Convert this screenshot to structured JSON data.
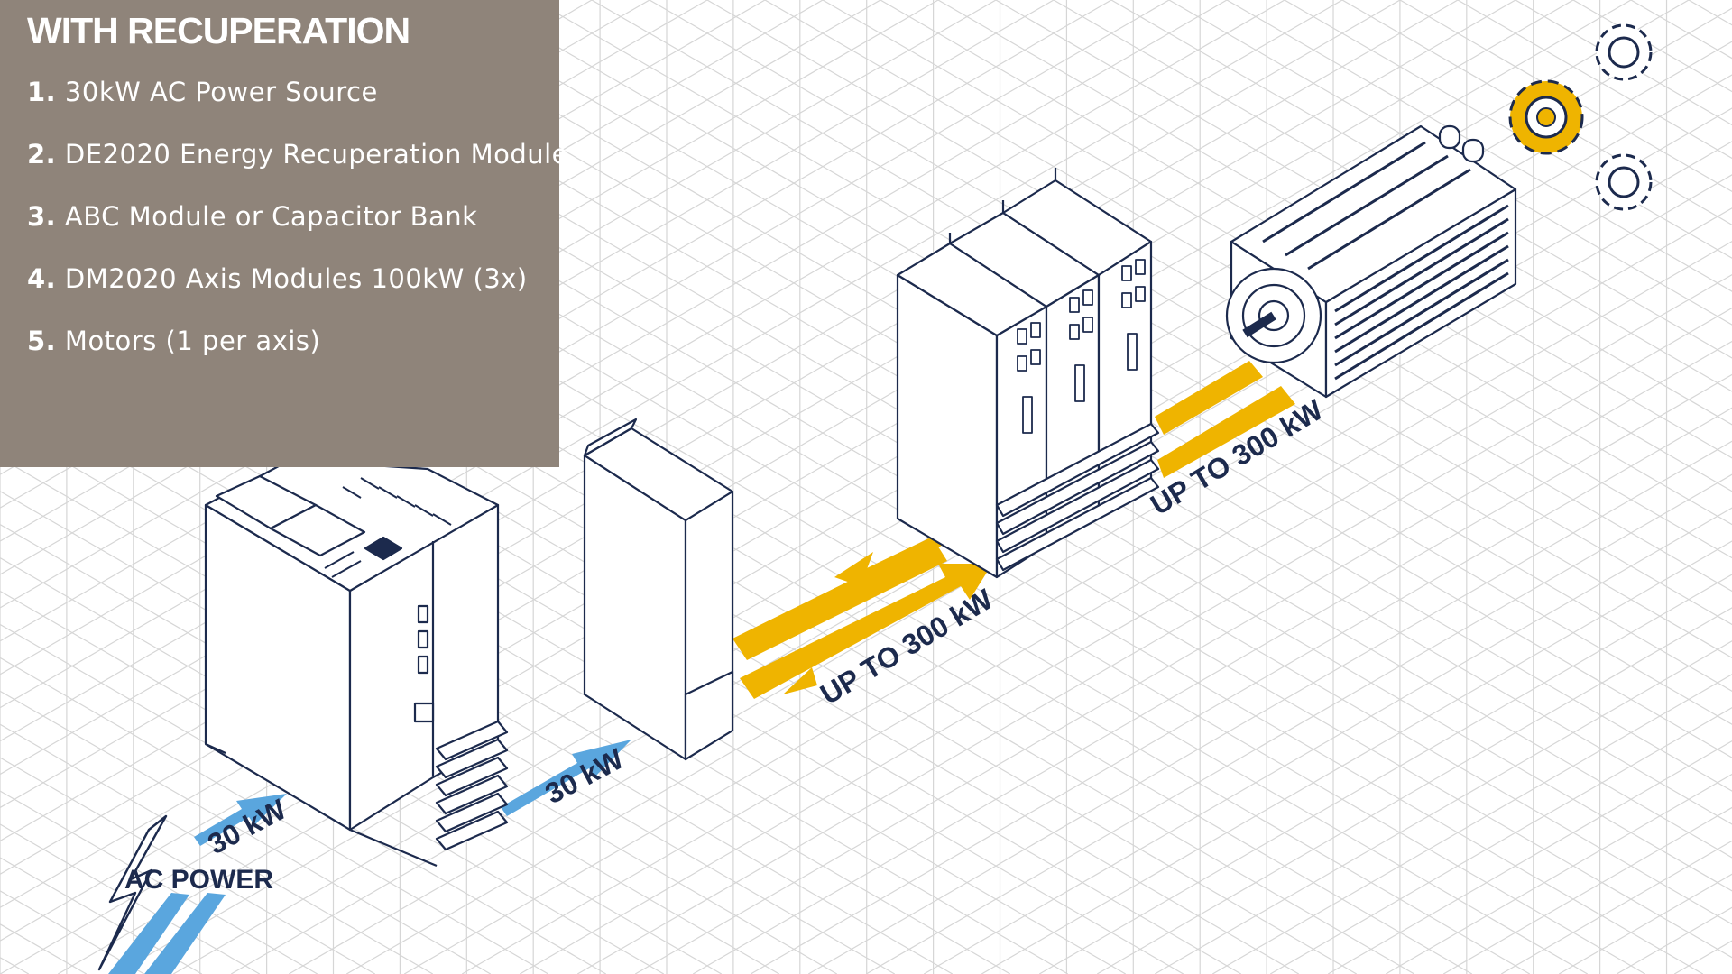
{
  "legend": {
    "title": "WITH RECUPERATION",
    "items": [
      {
        "num": "1.",
        "text": "30kW AC Power Source"
      },
      {
        "num": "2.",
        "text": "DE2020 Energy Recuperation Module"
      },
      {
        "num": "3.",
        "text": "ABC Module or Capacitor Bank"
      },
      {
        "num": "4.",
        "text": "DM2020 Axis Modules 100kW (3x)"
      },
      {
        "num": "5.",
        "text": "Motors (1 per axis)"
      }
    ]
  },
  "labels": {
    "ac_power": "AC POWER",
    "input_power": "30 kW",
    "dc_power": "30 kW",
    "bus_power": "UP TO 300 kW",
    "motor_power": "UP TO 300 kW"
  },
  "colors": {
    "panel": "#8f847a",
    "ink": "#1c2a4d",
    "arrow_blue": "#5aa6de",
    "arrow_yellow": "#efb400",
    "grid": "#d6d6d6"
  },
  "icons": [
    "lightning-bolt-icon",
    "gear-icon"
  ]
}
